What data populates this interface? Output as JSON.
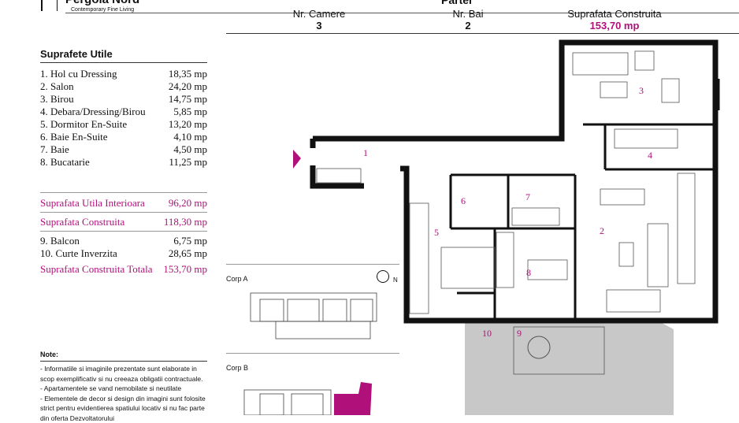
{
  "brand": {
    "name": "Pergola Nord",
    "tagline": "Contemporary Fine Living"
  },
  "title": "Parter",
  "summary": [
    {
      "label": "Nr. Camere",
      "value": "3"
    },
    {
      "label": "Nr. Bai",
      "value": "2"
    },
    {
      "label": "Suprafata Construita",
      "value": "153,70 mp"
    }
  ],
  "areas_title": "Suprafete Utile",
  "rooms": [
    {
      "name": "1. Hol cu Dressing",
      "area": "18,35 mp"
    },
    {
      "name": "2. Salon",
      "area": "24,20 mp"
    },
    {
      "name": "3. Birou",
      "area": "14,75 mp"
    },
    {
      "name": "4. Debara/Dressing/Birou",
      "area": "5,85 mp"
    },
    {
      "name": "5. Dormitor En-Suite",
      "area": "13,20 mp"
    },
    {
      "name": "6. Baie En-Suite",
      "area": "4,10 mp"
    },
    {
      "name": "7. Baie",
      "area": "4,50 mp"
    },
    {
      "name": "8. Bucatarie",
      "area": "11,25 mp"
    }
  ],
  "totals": [
    {
      "name": "Suprafata Utila Interioara",
      "area": "96,20 mp",
      "highlight": true
    },
    {
      "name": "Suprafata Construita",
      "area": "118,30 mp",
      "highlight": true
    },
    {
      "name": "9. Balcon",
      "area": "6,75 mp",
      "highlight": false
    },
    {
      "name": "10. Curte Inverzita",
      "area": "28,65 mp",
      "highlight": false
    },
    {
      "name": "Suprafata Construita Totala",
      "area": "153,70 mp",
      "highlight": true
    }
  ],
  "corp_a": "Corp A",
  "corp_b": "Corp B",
  "north": "N",
  "notes_title": "Note:",
  "notes": [
    "- Informatiile si imaginile prezentate sunt elaborate in scop exemplificativ si nu creeaza obligatii contractuale.",
    "- Apartamentele se vand nemobilate si neutilate",
    "- Elementele de decor si design din imagini sunt folosite strict pentru evidentierea spatiului locativ si nu fac parte din oferta Dezvoltatorului"
  ],
  "room_labels": [
    "1",
    "2",
    "3",
    "4",
    "5",
    "6",
    "7",
    "8",
    "9",
    "10"
  ],
  "colors": {
    "accent": "#b0107a",
    "wall": "#111111",
    "balcony": "#c8c8c8"
  }
}
